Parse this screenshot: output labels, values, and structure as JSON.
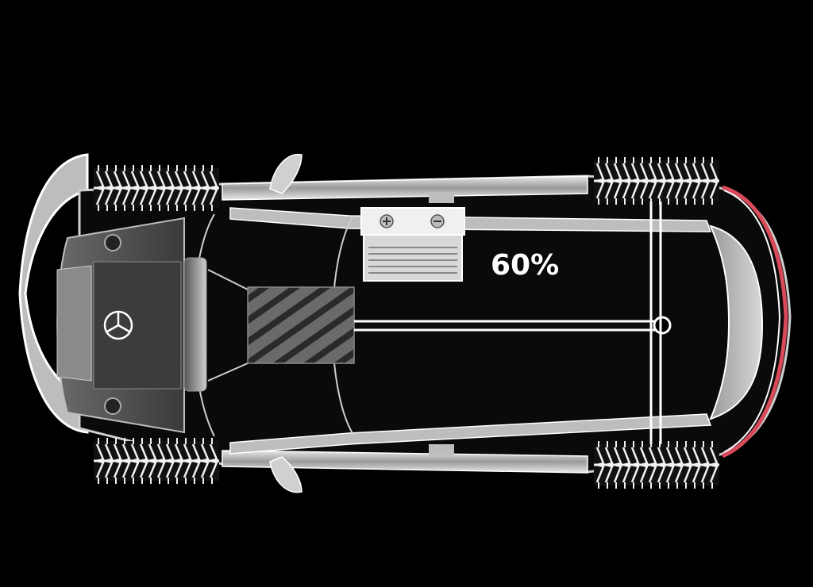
{
  "diagram": {
    "charge_label": "60%",
    "charge_level": 0.6,
    "brand_emblem": "three-pointed-star-emblem",
    "colors": {
      "background": "#000000",
      "body": "#cfcfcf",
      "body_dark": "#5a5a5a",
      "tire": "#f2f2f2",
      "tail_light": "#d84a5a"
    },
    "parts": [
      "engine-cover",
      "battery-icon",
      "transmission-block",
      "drive-shaft",
      "rear-axle",
      "tires"
    ]
  }
}
